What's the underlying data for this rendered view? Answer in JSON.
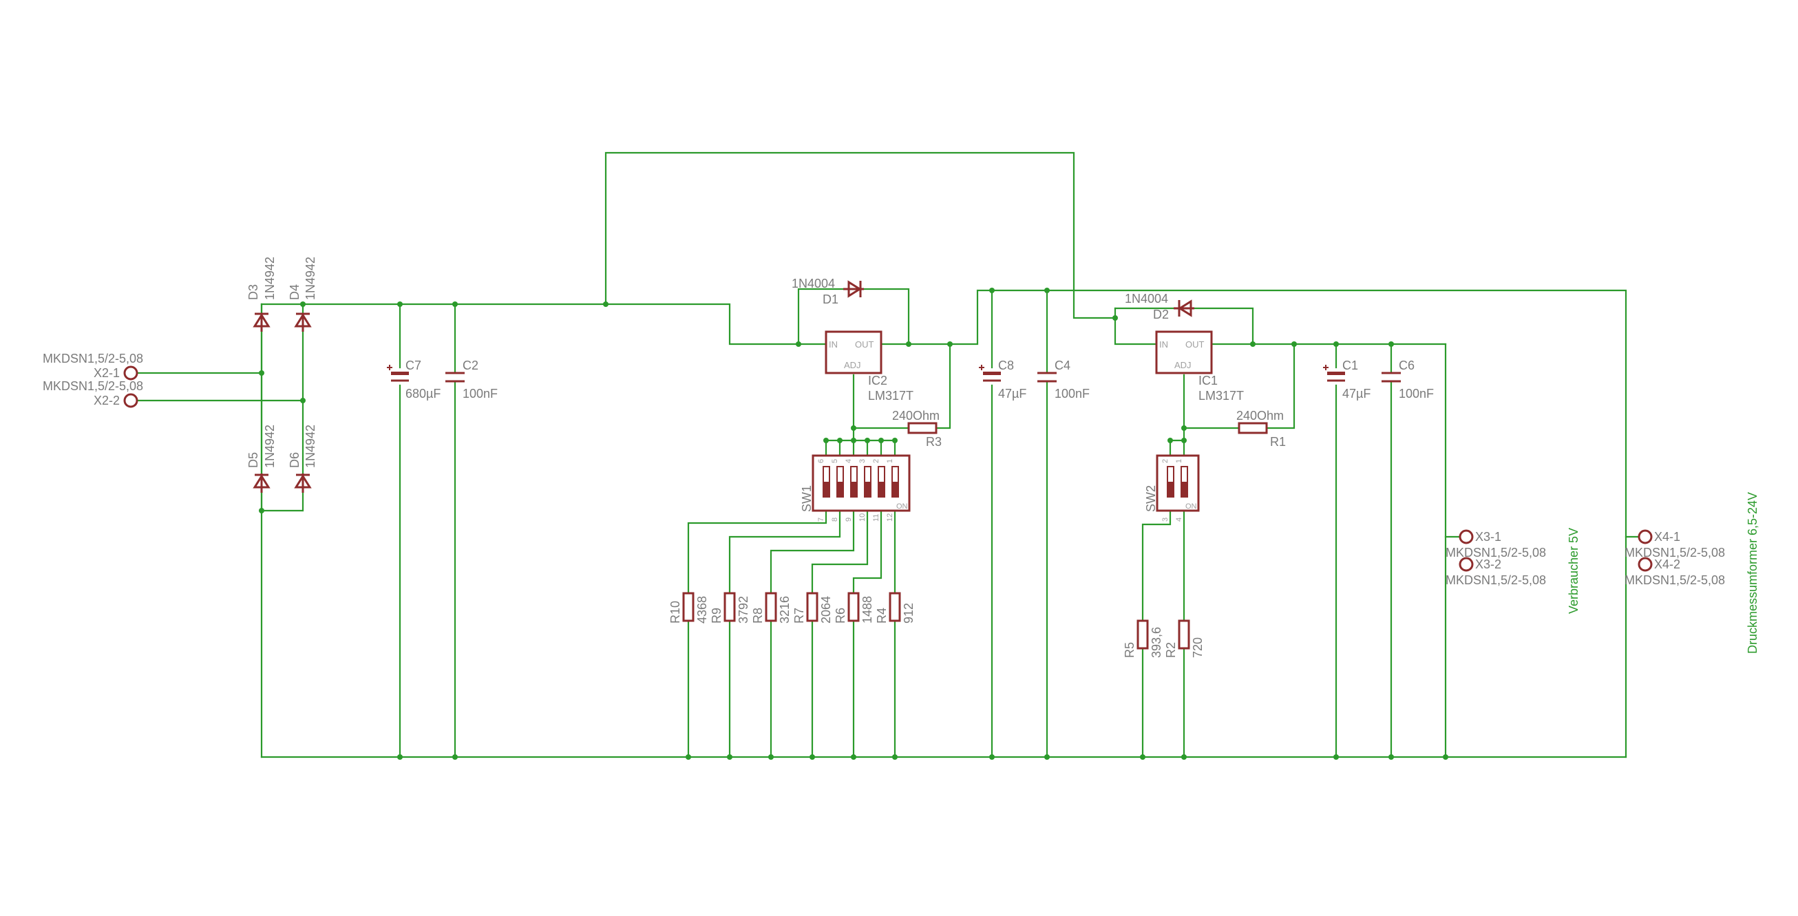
{
  "colors": {
    "wire": "#2b9a2b",
    "part": "#8e2c2c",
    "text": "#7a7a7a",
    "pin_text": "#a0a0a0",
    "net_label": "#2b9a2b"
  },
  "diodes": {
    "D3": {
      "name": "D3",
      "value": "1N4942"
    },
    "D4": {
      "name": "D4",
      "value": "1N4942"
    },
    "D5": {
      "name": "D5",
      "value": "1N4942"
    },
    "D6": {
      "name": "D6",
      "value": "1N4942"
    },
    "D1": {
      "name": "D1",
      "value": "1N4004"
    },
    "D2": {
      "name": "D2",
      "value": "1N4004"
    }
  },
  "connectors": {
    "X2": {
      "pin1": "X2-1",
      "pin2": "X2-2",
      "value": "MKDSN1,5/2-5,08"
    },
    "X3": {
      "pin1": "X3-1",
      "pin2": "X3-2",
      "value": "MKDSN1,5/2-5,08"
    },
    "X4": {
      "pin1": "X4-1",
      "pin2": "X4-2",
      "value": "MKDSN1,5/2-5,08"
    }
  },
  "capacitors": {
    "C7": {
      "name": "C7",
      "value": "680µF"
    },
    "C2": {
      "name": "C2",
      "value": "100nF"
    },
    "C8": {
      "name": "C8",
      "value": "47µF"
    },
    "C4": {
      "name": "C4",
      "value": "100nF"
    },
    "C1": {
      "name": "C1",
      "value": "47µF"
    },
    "C6": {
      "name": "C6",
      "value": "100nF"
    }
  },
  "regulators": {
    "IC2": {
      "name": "IC2",
      "value": "LM317T",
      "pin_in": "IN",
      "pin_out": "OUT",
      "pin_adj": "ADJ"
    },
    "IC1": {
      "name": "IC1",
      "value": "LM317T",
      "pin_in": "IN",
      "pin_out": "OUT",
      "pin_adj": "ADJ"
    }
  },
  "resistors": {
    "R3": {
      "name": "R3",
      "value": "240Ohm"
    },
    "R1": {
      "name": "R1",
      "value": "240Ohm"
    },
    "R10": {
      "name": "R10",
      "value": "4368"
    },
    "R9": {
      "name": "R9",
      "value": "3792"
    },
    "R8": {
      "name": "R8",
      "value": "3216"
    },
    "R7": {
      "name": "R7",
      "value": "2064"
    },
    "R6": {
      "name": "R6",
      "value": "1488"
    },
    "R4": {
      "name": "R4",
      "value": "912"
    },
    "R5": {
      "name": "R5",
      "value": "393,6"
    },
    "R2": {
      "name": "R2",
      "value": "720"
    }
  },
  "switches": {
    "SW1": {
      "name": "SW1",
      "on_label": "ON",
      "pins_top": [
        "6",
        "5",
        "4",
        "3",
        "2",
        "1"
      ],
      "pins_bottom": [
        "7",
        "8",
        "9",
        "10",
        "11",
        "12"
      ]
    },
    "SW2": {
      "name": "SW2",
      "on_label": "ON",
      "pins_top": [
        "2",
        "1"
      ],
      "pins_bottom": [
        "3",
        "4"
      ]
    }
  },
  "net_labels": {
    "consumer": "Verbraucher 5V",
    "transducer": "Druckmessumformer 6,5-24V"
  }
}
